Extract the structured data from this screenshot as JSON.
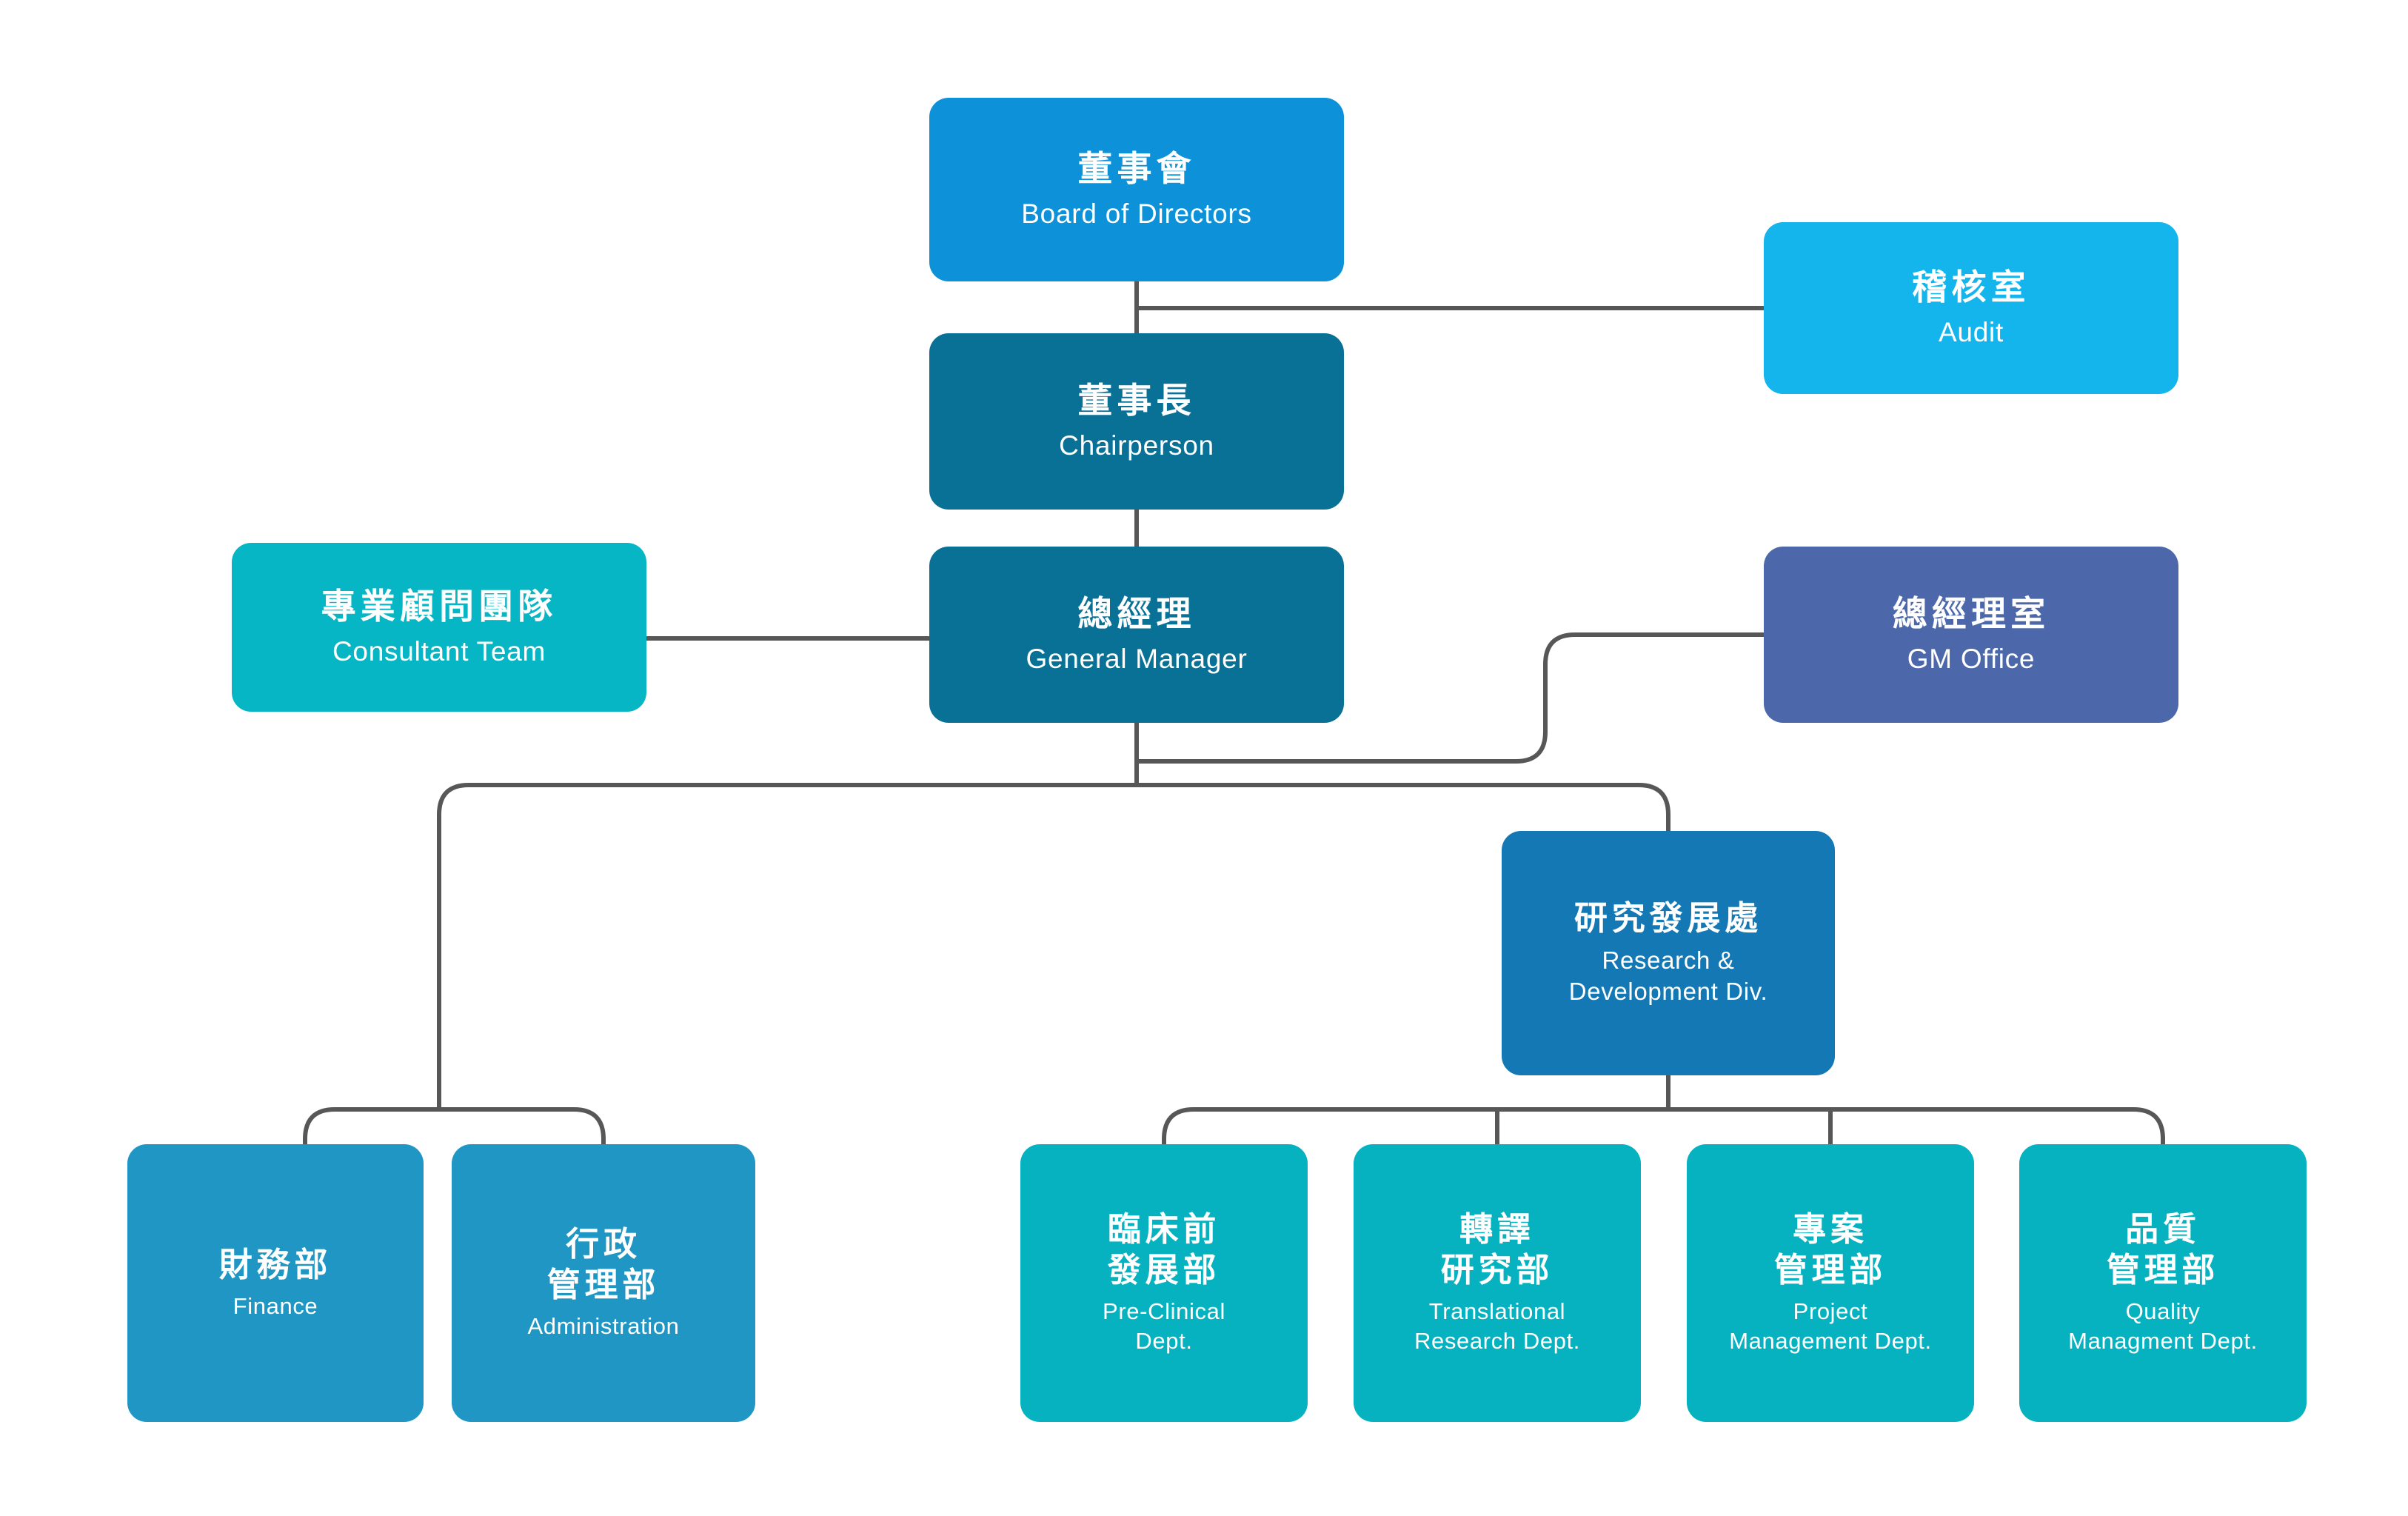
{
  "chart_data": {
    "type": "diagram",
    "title": "Company Organization Chart",
    "diagram_kind": "organizational-hierarchy",
    "palette": {
      "board_blue": "#0d91d8",
      "audit_cyan": "#14b4ec",
      "chair_dark_teal": "#0a7196",
      "gm_dark_teal": "#0a7196",
      "consultant_teal": "#06b6c4",
      "gm_office_slate": "#4c68ab",
      "rnd_blue": "#1378b4",
      "dept_blue": "#1f96c4",
      "dept_teal": "#06b2bf",
      "connector_gray": "#575757",
      "background": "#ffffff",
      "text_on_node": "#ffffff"
    },
    "nodes": [
      {
        "id": "board",
        "cjk": "董事會",
        "en": "Board of Directors",
        "level": 0,
        "color": "#0d91d8"
      },
      {
        "id": "audit",
        "cjk": "稽核室",
        "en": "Audit",
        "level": 0,
        "color": "#14b4ec",
        "attached_to": "board"
      },
      {
        "id": "chair",
        "cjk": "董事長",
        "en": "Chairperson",
        "level": 1,
        "color": "#0a7196",
        "parent": "board"
      },
      {
        "id": "gm",
        "cjk": "總經理",
        "en": "General Manager",
        "level": 2,
        "color": "#0a7196",
        "parent": "chair"
      },
      {
        "id": "consultant",
        "cjk": "專業顧問團隊",
        "en": "Consultant Team",
        "level": 2,
        "color": "#06b6c4",
        "attached_to": "gm"
      },
      {
        "id": "gmoffice",
        "cjk": "總經理室",
        "en": "GM Office",
        "level": 2,
        "color": "#4c68ab",
        "attached_to": "gm"
      },
      {
        "id": "rnd",
        "cjk": "研究發展處",
        "en": "Research &\nDevelopment Div.",
        "level": 3,
        "color": "#1378b4",
        "parent": "gm"
      },
      {
        "id": "finance",
        "cjk": "財務部",
        "en": "Finance",
        "level": 4,
        "color": "#1f96c4",
        "parent": "gm"
      },
      {
        "id": "admin",
        "cjk": "行政\n管理部",
        "en": "Administration",
        "level": 4,
        "color": "#1f96c4",
        "parent": "gm"
      },
      {
        "id": "preclinical",
        "cjk": "臨床前\n發展部",
        "en": "Pre-Clinical\nDept.",
        "level": 4,
        "color": "#06b2bf",
        "parent": "rnd"
      },
      {
        "id": "translational",
        "cjk": "轉譯\n研究部",
        "en": "Translational\nResearch Dept.",
        "level": 4,
        "color": "#06b2bf",
        "parent": "rnd"
      },
      {
        "id": "project",
        "cjk": "專案\n管理部",
        "en": "Project\nManagement Dept.",
        "level": 4,
        "color": "#06b2bf",
        "parent": "rnd"
      },
      {
        "id": "quality",
        "cjk": "品質\n管理部",
        "en": "Quality\nManagment Dept.",
        "level": 4,
        "color": "#06b2bf",
        "parent": "rnd"
      }
    ],
    "edges": [
      {
        "from": "board",
        "to": "chair",
        "style": "straight-vertical"
      },
      {
        "from": "board",
        "to": "audit",
        "style": "staff-horizontal"
      },
      {
        "from": "chair",
        "to": "gm",
        "style": "straight-vertical"
      },
      {
        "from": "gm",
        "to": "consultant",
        "style": "staff-horizontal"
      },
      {
        "from": "gm",
        "to": "gmoffice",
        "style": "staff-elbow"
      },
      {
        "from": "gm",
        "to": "rnd",
        "style": "elbow-right"
      },
      {
        "from": "gm",
        "to": "finance",
        "style": "elbow-left-bus"
      },
      {
        "from": "gm",
        "to": "admin",
        "style": "elbow-left-bus"
      },
      {
        "from": "rnd",
        "to": "preclinical",
        "style": "bus"
      },
      {
        "from": "rnd",
        "to": "translational",
        "style": "bus"
      },
      {
        "from": "rnd",
        "to": "project",
        "style": "bus"
      },
      {
        "from": "rnd",
        "to": "quality",
        "style": "bus"
      }
    ]
  },
  "nodes": {
    "board": {
      "cjk": "董事會",
      "en": "Board of Directors"
    },
    "audit": {
      "cjk": "稽核室",
      "en": "Audit"
    },
    "chair": {
      "cjk": "董事長",
      "en": "Chairperson"
    },
    "consultant": {
      "cjk": "專業顧問團隊",
      "en": "Consultant Team"
    },
    "gm": {
      "cjk": "總經理",
      "en": "General Manager"
    },
    "gmoffice": {
      "cjk": "總經理室",
      "en": "GM Office"
    },
    "rnd": {
      "cjk": "研究發展處",
      "en": "Research &\nDevelopment Div."
    },
    "finance": {
      "cjk": "財務部",
      "en": "Finance"
    },
    "admin": {
      "cjk": "行政\n管理部",
      "en": "Administration"
    },
    "preclinical": {
      "cjk": "臨床前\n發展部",
      "en": "Pre-Clinical\nDept."
    },
    "translational": {
      "cjk": "轉譯\n研究部",
      "en": "Translational\nResearch Dept."
    },
    "project": {
      "cjk": "專案\n管理部",
      "en": "Project\nManagement Dept."
    },
    "quality": {
      "cjk": "品質\n管理部",
      "en": "Quality\nManagment Dept."
    }
  }
}
